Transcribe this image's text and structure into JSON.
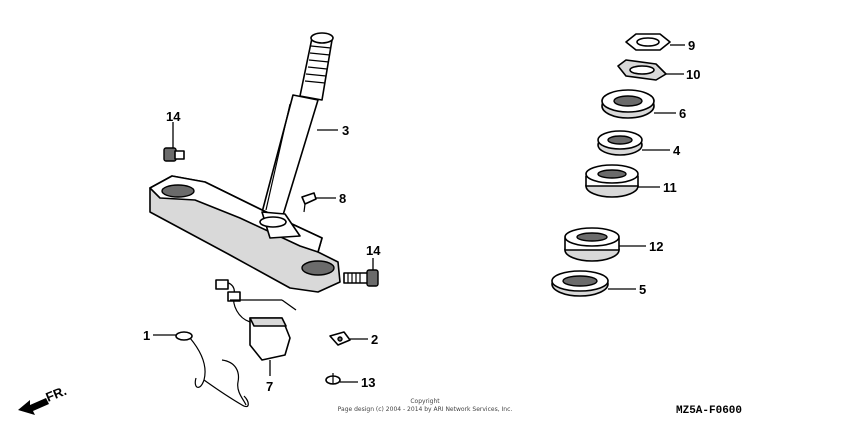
{
  "diagram": {
    "code": "MZ5A-F0600",
    "front_marker": "FR.",
    "copyright_line1": "Copyright",
    "copyright_line2": "Page design (c) 2004 - 2014 by ARI Network Services, Inc.",
    "callouts": [
      "1",
      "2",
      "3",
      "4",
      "5",
      "6",
      "7",
      "8",
      "9",
      "10",
      "11",
      "12",
      "13",
      "14",
      "14"
    ]
  }
}
